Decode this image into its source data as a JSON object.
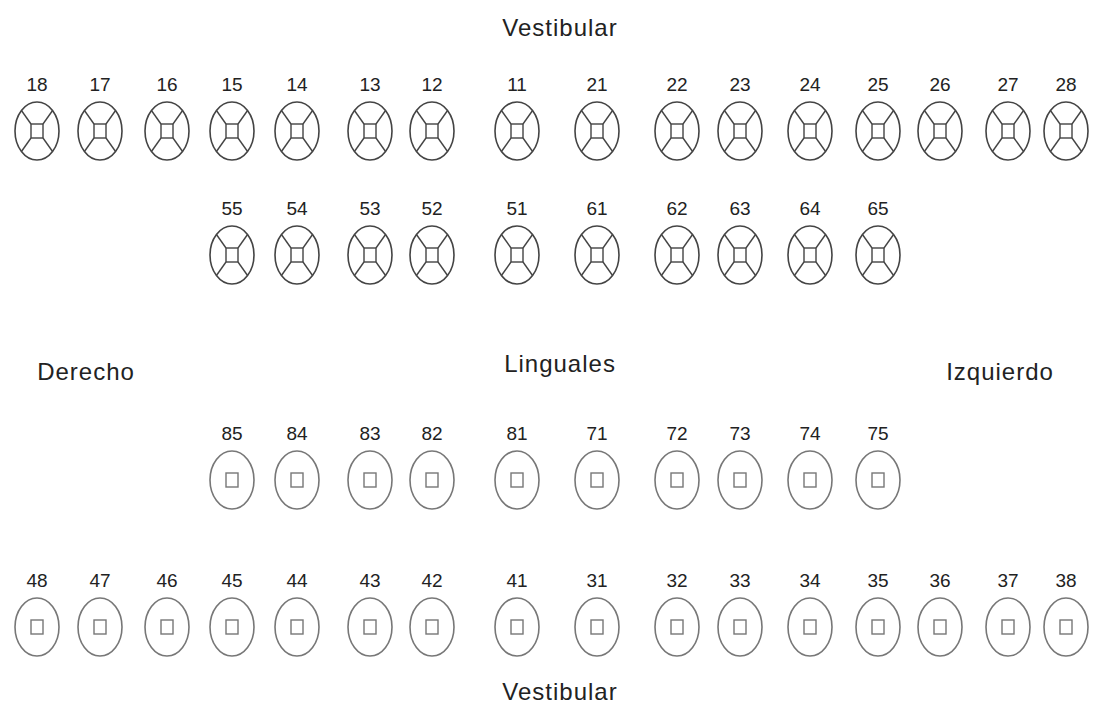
{
  "diagram": {
    "nodes": [
      {
        "text": [
          "18"
        ]
      },
      {
        "text": [
          "17"
        ]
      },
      {
        "text": [
          "16"
        ]
      },
      {
        "text": [
          "15"
        ]
      },
      {
        "text": [
          "14"
        ]
      },
      {
        "text": [
          "13"
        ]
      },
      {
        "text": [
          "12"
        ]
      },
      {
        "text": [
          "11"
        ]
      },
      {
        "text": [
          "21"
        ]
      },
      {
        "text": [
          "22"
        ]
      },
      {
        "text": [
          "23"
        ]
      },
      {
        "text": [
          "24"
        ]
      },
      {
        "text": [
          "25"
        ]
      },
      {
        "text": [
          "26"
        ]
      },
      {
        "text": [
          "27"
        ]
      },
      {
        "text": [
          "28"
        ]
      },
      {
        "text": [
          "55"
        ]
      },
      {
        "text": [
          "54"
        ]
      },
      {
        "text": [
          "53"
        ]
      },
      {
        "text": [
          "52"
        ]
      },
      {
        "text": [
          "51"
        ]
      },
      {
        "text": [
          "61"
        ]
      },
      {
        "text": [
          "62"
        ]
      },
      {
        "text": [
          "63"
        ]
      },
      {
        "text": [
          "64"
        ]
      },
      {
        "text": [
          "65"
        ]
      },
      {
        "text": [
          "85"
        ]
      },
      {
        "text": [
          "84"
        ]
      },
      {
        "text": [
          "83"
        ]
      },
      {
        "text": [
          "82"
        ]
      },
      {
        "text": [
          "81"
        ]
      },
      {
        "text": [
          "71"
        ]
      },
      {
        "text": [
          "72"
        ]
      },
      {
        "text": [
          "73"
        ]
      },
      {
        "text": [
          "74"
        ]
      },
      {
        "text": [
          "75"
        ]
      },
      {
        "text": [
          "48"
        ]
      },
      {
        "text": [
          "47"
        ]
      },
      {
        "text": [
          "46"
        ]
      },
      {
        "text": [
          "45"
        ]
      },
      {
        "text": [
          "44"
        ]
      },
      {
        "text": [
          "43"
        ]
      },
      {
        "text": [
          "42"
        ]
      },
      {
        "text": [
          "41"
        ]
      },
      {
        "text": [
          "31"
        ]
      },
      {
        "text": [
          "32"
        ]
      },
      {
        "text": [
          "33"
        ]
      },
      {
        "text": [
          "34"
        ]
      },
      {
        "text": [
          "35"
        ]
      },
      {
        "text": [
          "36"
        ]
      },
      {
        "text": [
          "37"
        ]
      },
      {
        "text": [
          "38"
        ]
      }
    ],
    "labels": [
      "Vestibular",
      "Derecho",
      "Linguales",
      "Izquierdo",
      "Vestibular"
    ]
  }
}
